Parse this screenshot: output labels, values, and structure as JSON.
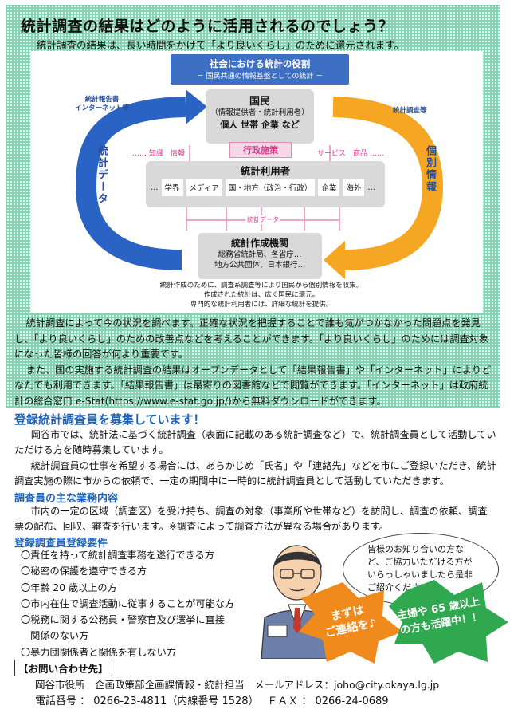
{
  "header": {
    "title": "統計調査の結果はどのように活用されるのでしょう？",
    "subtitle": "統計調査の結果は、長い時間をかけて「より良いくらし」のために還元されます。"
  },
  "diagram": {
    "role_title": "社会における統計の役割",
    "role_sub": "－ 国民共通の情報基盤としての統計 －",
    "kokumin_title": "国民",
    "kokumin_desc": "（情報提供者・統計利用者）",
    "kokumin_members": "個人 世帯 企業 など",
    "gyosei": "行政施策",
    "pink_left": "…… 知識　情報",
    "pink_right": "サービス　商品 ……",
    "users_title": "統計利用者",
    "users": [
      "…",
      "学界",
      "メディア",
      "国・地方（政治・行政）",
      "企業",
      "海外",
      "…"
    ],
    "tdata": "統計データ",
    "producer_title": "統計作成機関",
    "producer_line1": "総務省統計局、各省庁…",
    "producer_line2": "地方公共団体、日本銀行…",
    "left_label_1": "統計報告書",
    "left_label_2": "インターネット等",
    "right_label": "統計調査等",
    "left_vertical": "統計データ",
    "right_vertical": "個別情報",
    "caption_1": "統計作成のために、調査系調査等により国民から個別情報を収集。",
    "caption_2": "作成された統計は、広く国民に還元。",
    "caption_3": "専門的な統計利用者には、詳細な統計を提供。"
  },
  "intro": {
    "para1": "統計調査によって今の状況を調べます。正確な状況を把握することで誰も気がつかなかった問題点を発見し、「より良いくらし」のための改善点などを考えることができます。「より良いくらし」のためには調査対象になった皆様の回答が何より重要です。",
    "para2": "また、国の実施する統計調査の結果はオープンデータとして「結果報告書」や「インターネット」によりどなたでも利用できます。「結果報告書」は最寄りの図書館などで閲覧ができます。「インターネット」は政府統計の総合窓口 e-Stat(https://www.e-stat.go.jp/)から無料ダウンロードができます。"
  },
  "recruit": {
    "title": "登録統計調査員を募集しています！",
    "para1": "岡谷市では、統計法に基づく統計調査（表面に記載のある統計調査など）で、統計調査員として活動していただける方を随時募集しています。",
    "para2": "統計調査員の仕事を希望する場合には、あらかじめ「氏名」や「連絡先」などを市にご登録いただき、統計調査実施の際に市からの依頼で、一定の期間中に一時的に統計調査員として活動していただきます。"
  },
  "duties": {
    "heading": "調査員の主な業務内容",
    "text": "市内の一定の区域（調査区）を受け持ち、調査の対象（事業所や世帯など）を訪問し、調査の依頼、調査票の配布、回収、審査を行います。※調査によって調査方法が異なる場合があります。"
  },
  "requirements": {
    "heading": "登録調査員登録要件",
    "items": [
      "〇責任を持って統計調査事務を遂行できる方",
      "〇秘密の保護を遵守できる方",
      "〇年齢 20 歳以上の方",
      "〇市内在住で調査活動に従事することが可能な方",
      "〇税務に関する公務員・警察官及び選挙に直接",
      "　関係のない方",
      "〇暴力団関係者と関係を有しない方"
    ]
  },
  "bubble": {
    "text": "皆様のお知り合いの方など、ご協力いただける方がいらっしゃいましたら是非ご紹介ください♪"
  },
  "bursts": {
    "contact_1": "まずは",
    "contact_2": "ご連絡を♪",
    "elder_1": "主婦や 65 歳以上",
    "elder_2": "の方も活躍中！！"
  },
  "contact": {
    "heading": "【お問い合わせ先】",
    "line1": "岡谷市役所　企画政策部企画課情報・統計担当　メールアドレス：joho@city.okaya.lg.jp",
    "line2": "電話番号 ： 0266-23-4811（内線番号 1528）　 ＦＡＸ ： 0266-24-0689"
  },
  "colors": {
    "panel_green": "#7fd3b0",
    "heading_blue": "#1f63b8",
    "arrow_orange": "#f5a623",
    "arrow_blue": "#2b63c4",
    "burst_orange": "#f08a1c",
    "burst_green": "#2fa84f"
  }
}
